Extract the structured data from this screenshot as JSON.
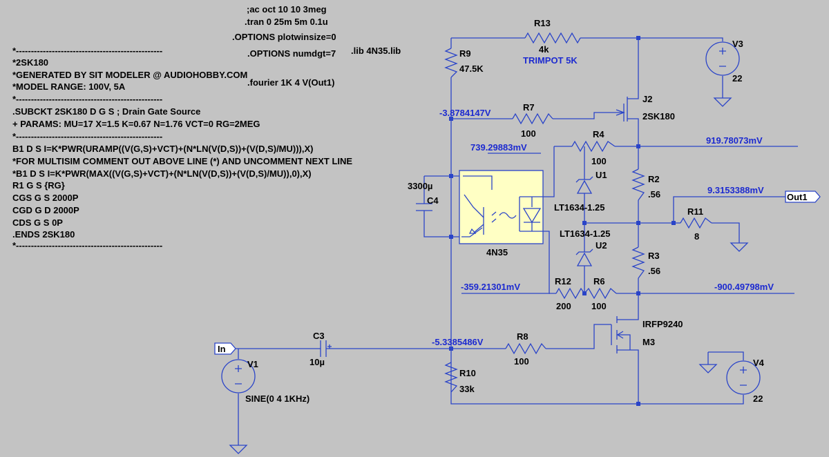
{
  "directives": [
    ";ac oct 10 10 3meg",
    ".tran 0 25m 5m 0.1u",
    ".OPTIONS plotwinsize=0",
    ".OPTIONS numdgt=7",
    ".lib 4N35.lib",
    ".fourier 1K 4 V(Out1)"
  ],
  "model_text": [
    "*-------------------------------------------------",
    "*2SK180",
    "*GENERATED BY SIT MODELER @ AUDIOHOBBY.COM",
    "*MODEL RANGE: 100V, 5A",
    "*-------------------------------------------------",
    ".SUBCKT 2SK180 D G S ; Drain Gate Source",
    "+ PARAMS: MU=17 X=1.5 K=0.67 N=1.76 VCT=0 RG=2MEG",
    "*-------------------------------------------------",
    "B1 D S I=K*PWR(URAMP((V(G,S)+VCT)+(N*LN(V(D,S))+(V(D,S)/MU))),X)",
    "*FOR MULTISIM COMMENT OUT ABOVE LINE (*) AND UNCOMMENT NEXT LINE",
    "*B1 D S I=K*PWR(MAX((V(G,S)+VCT)+(N*LN(V(D,S))+(V(D,S)/MU)),0),X)",
    "R1 G S {RG}",
    "CGS G S 2000P",
    "CGD G D 2000P",
    "CDS G S 0P",
    ".ENDS 2SK180",
    "*-------------------------------------------------"
  ],
  "components": {
    "R13": {
      "name": "R13",
      "value": "4k",
      "note": "TRIMPOT 5K"
    },
    "R9": {
      "name": "R9",
      "value": "47.5K"
    },
    "V3": {
      "name": "V3",
      "value": "22"
    },
    "J2": {
      "name": "J2",
      "value": "2SK180"
    },
    "R7": {
      "name": "R7",
      "value": "100"
    },
    "R4": {
      "name": "R4",
      "value": "100"
    },
    "U1": {
      "name": "U1",
      "value": "LT1634-1.25"
    },
    "U2": {
      "name": "U2",
      "value": "LT1634-1.25"
    },
    "R2": {
      "name": "R2",
      "value": ".56"
    },
    "R3": {
      "name": "R3",
      "value": ".56"
    },
    "R11": {
      "name": "R11",
      "value": "8"
    },
    "C4": {
      "name": "C4",
      "value": "3300µ"
    },
    "OPTO": {
      "name": "4N35"
    },
    "R12": {
      "name": "R12",
      "value": "200"
    },
    "R6": {
      "name": "R6",
      "value": "100"
    },
    "M3": {
      "name": "M3",
      "value": "IRFP9240"
    },
    "C3": {
      "name": "C3",
      "value": "10µ"
    },
    "R8": {
      "name": "R8",
      "value": "100"
    },
    "R10": {
      "name": "R10",
      "value": "33k"
    },
    "V1": {
      "name": "V1",
      "value": "SINE(0 4 1KHz)"
    },
    "V4": {
      "name": "V4",
      "value": "22"
    }
  },
  "net_labels": {
    "in": "In",
    "out": "Out1"
  },
  "node_voltages": {
    "j2_gate": "-3.8784147V",
    "opto_top": "739.29883mV",
    "r4_right": "919.78073mV",
    "out": "9.3153388mV",
    "r12_left": "-359.21301mV",
    "r6_right": "-900.49798mV",
    "m3_gate": "-5.3385486V"
  },
  "colors": {
    "background": "#c3c3c3",
    "wire": "#2a44c8",
    "value_text": "#1c2ad0",
    "optocoupler_fill": "#ffffc4"
  }
}
